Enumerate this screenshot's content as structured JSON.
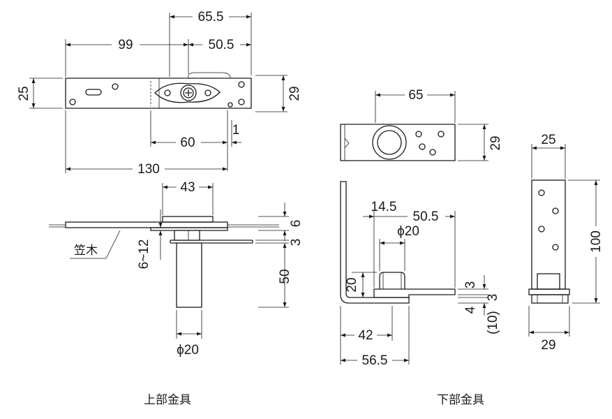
{
  "upper_fitting": {
    "caption": "上部金具",
    "dims": {
      "d65_5": "65.5",
      "d99": "99",
      "d50_5": "50.5",
      "d25": "25",
      "d29": "29",
      "d60": "60",
      "d1": "1",
      "d130": "130",
      "d43": "43",
      "d6": "6",
      "d3": "3",
      "d6_12": "6~12",
      "d50": "50",
      "d20": "ϕ20"
    },
    "label_kasagi": "笠木"
  },
  "lower_fitting": {
    "caption": "下部金具",
    "dims": {
      "d65": "65",
      "d29a": "29",
      "d25": "25",
      "d14_5": "14.5",
      "d50_5": "50.5",
      "d20p": "ϕ20",
      "d100": "100",
      "d20": "20",
      "d3a": "3",
      "d3b": "3",
      "d4": "4",
      "d10": "(10)",
      "d42": "42",
      "d56_5": "56.5",
      "d29b": "29"
    }
  }
}
